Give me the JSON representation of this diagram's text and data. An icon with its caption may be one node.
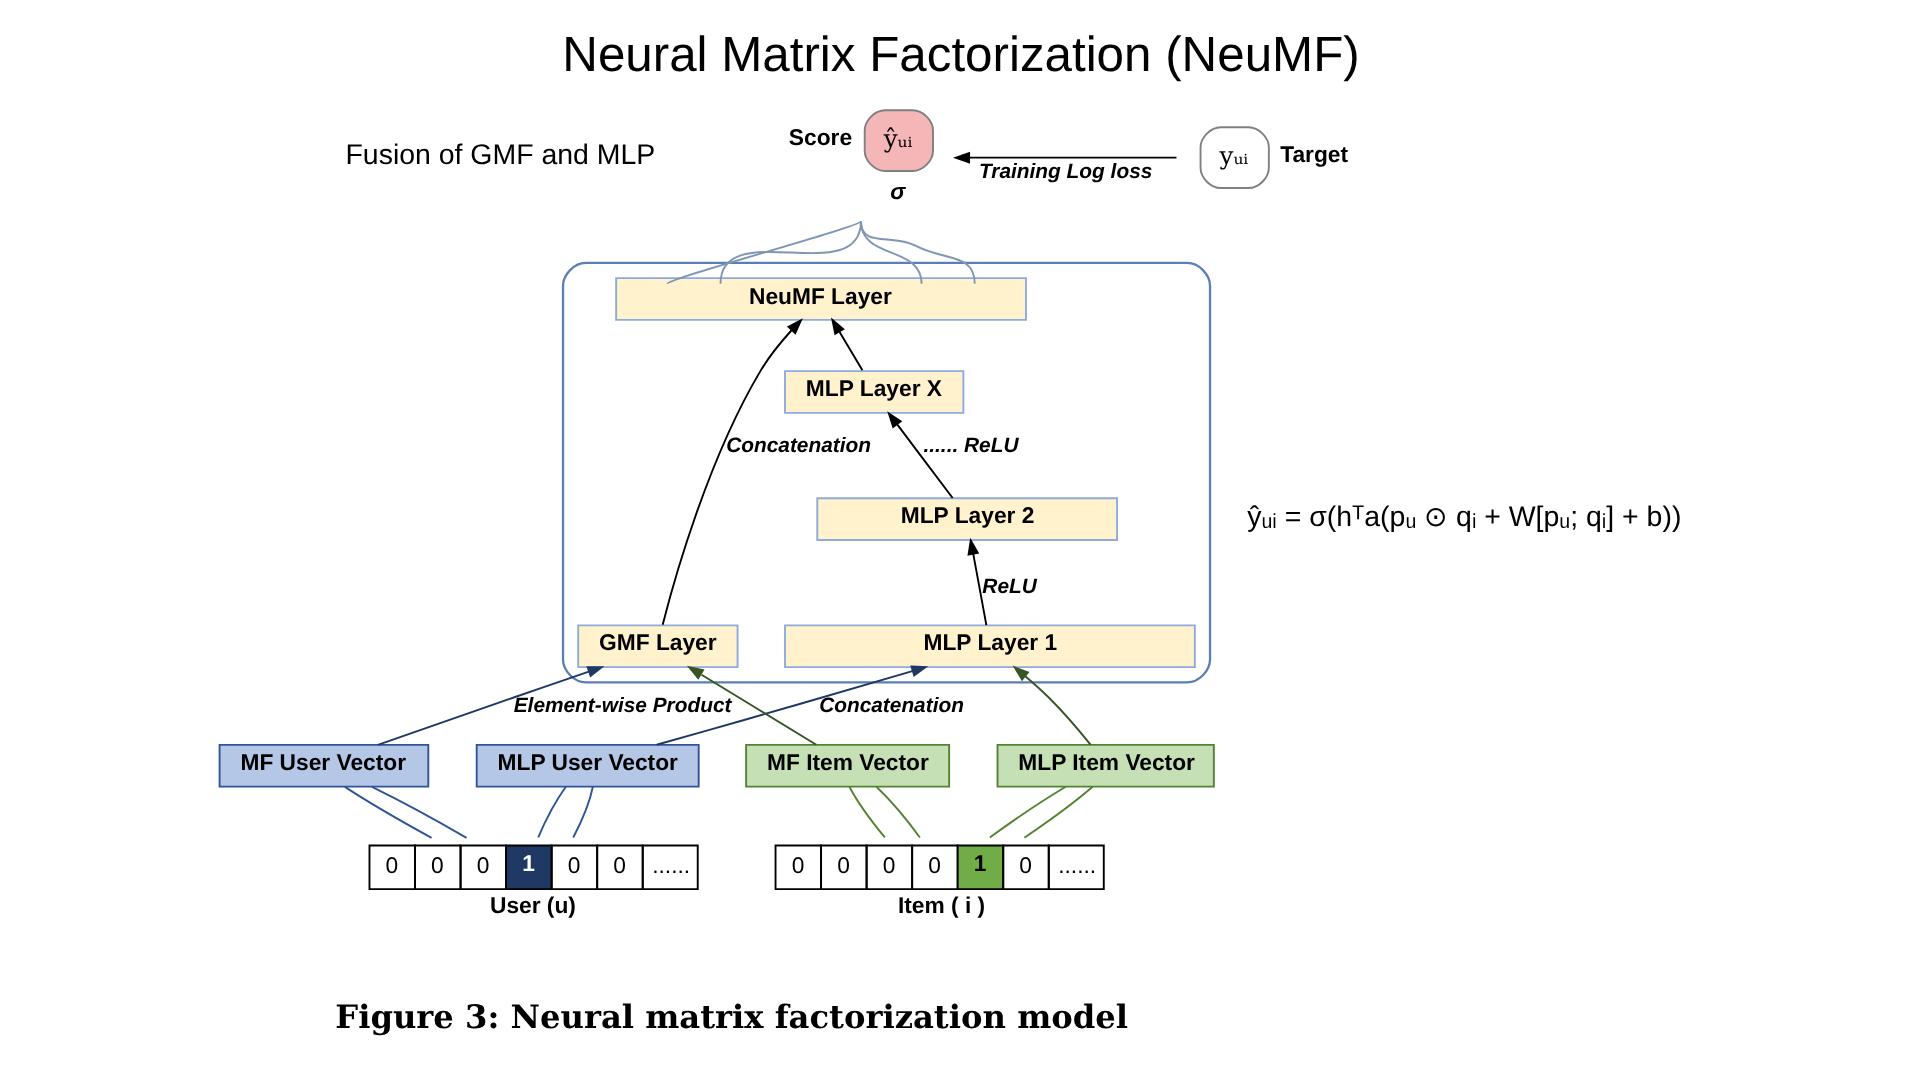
{
  "diagram": {
    "title": "Neural Matrix Factorization (NeuMF)",
    "caption": "Figure 3: Neural matrix factorization model",
    "nodes": [
      {
        "text": [
          "ŷᵤᵢ"
        ],
        "beside": [
          "Score",
          "σ"
        ]
      },
      {
        "text": [
          "yᵤᵢ"
        ],
        "beside": [
          "Target"
        ]
      },
      {
        "text": [],
        "shape": "box"
      },
      {
        "text": [
          "NeuMF Layer"
        ],
        "in": 2
      },
      {
        "text": [
          "GMF Layer"
        ],
        "in": 2
      },
      {
        "text": [
          "MLP Layer X"
        ],
        "in": 2
      },
      {
        "text": [
          "MLP Layer 2"
        ],
        "in": 2
      },
      {
        "text": [
          "MLP Layer 1"
        ],
        "in": 2
      },
      {
        "text": [
          "MF User Vector"
        ]
      },
      {
        "text": [
          "MLP User Vector"
        ]
      },
      {
        "text": [
          "MF Item Vector"
        ]
      },
      {
        "text": [
          "MLP Item Vector"
        ]
      },
      {
        "text": [
          "0",
          "0",
          "0",
          "1",
          "0",
          "0",
          "......"
        ],
        "beside": [
          "User (u)"
        ]
      },
      {
        "text": [
          "0",
          "0",
          "0",
          "0",
          "1",
          "0",
          "......"
        ],
        "beside": [
          "Item ( i )"
        ]
      }
    ],
    "edges": [
      {
        "from": 1,
        "to": 0,
        "arrow": "to",
        "label": "Training Log loss"
      },
      {
        "from": 3,
        "to": 0,
        "arrow": "none",
        "color": "#7f95b5"
      },
      {
        "from": 3,
        "to": 0,
        "arrow": "none",
        "color": "#7f95b5"
      },
      {
        "from": 3,
        "to": 0,
        "arrow": "none",
        "color": "#7f95b5"
      },
      {
        "from": 3,
        "to": 0,
        "arrow": "none",
        "color": "#7f95b5"
      },
      {
        "from": 4,
        "to": 3,
        "arrow": "to",
        "label": "Concatenation"
      },
      {
        "from": 5,
        "to": 3,
        "arrow": "to"
      },
      {
        "from": 6,
        "to": 5,
        "arrow": "to",
        "label": "...... ReLU"
      },
      {
        "from": 7,
        "to": 6,
        "arrow": "to",
        "label": "ReLU"
      },
      {
        "from": 8,
        "to": 4,
        "arrow": "to",
        "color": "#1f3864",
        "label": "Element-wise Product"
      },
      {
        "from": 10,
        "to": 4,
        "arrow": "to",
        "color": "#375623"
      },
      {
        "from": 9,
        "to": 7,
        "arrow": "to",
        "color": "#1f3864",
        "label": "Concatenation"
      },
      {
        "from": 11,
        "to": 7,
        "arrow": "to",
        "color": "#375623"
      },
      {
        "from": 12,
        "to": 8,
        "arrow": "none",
        "color": "#2f5597"
      },
      {
        "from": 12,
        "to": 8,
        "arrow": "none",
        "color": "#2f5597"
      },
      {
        "from": 12,
        "to": 9,
        "arrow": "none",
        "color": "#2f5597"
      },
      {
        "from": 12,
        "to": 9,
        "arrow": "none",
        "color": "#2f5597"
      },
      {
        "from": 13,
        "to": 10,
        "arrow": "none",
        "color": "#548235"
      },
      {
        "from": 13,
        "to": 10,
        "arrow": "none",
        "color": "#548235"
      },
      {
        "from": 13,
        "to": 11,
        "arrow": "none",
        "color": "#548235"
      },
      {
        "from": 13,
        "to": 11,
        "arrow": "none",
        "color": "#548235"
      }
    ],
    "labels": [
      "Fusion of GMF and MLP",
      "ŷᵤᵢ = σ(hᵀa(pᵤ ⊙ qᵢ + W[pᵤ; qᵢ] + b))"
    ]
  }
}
